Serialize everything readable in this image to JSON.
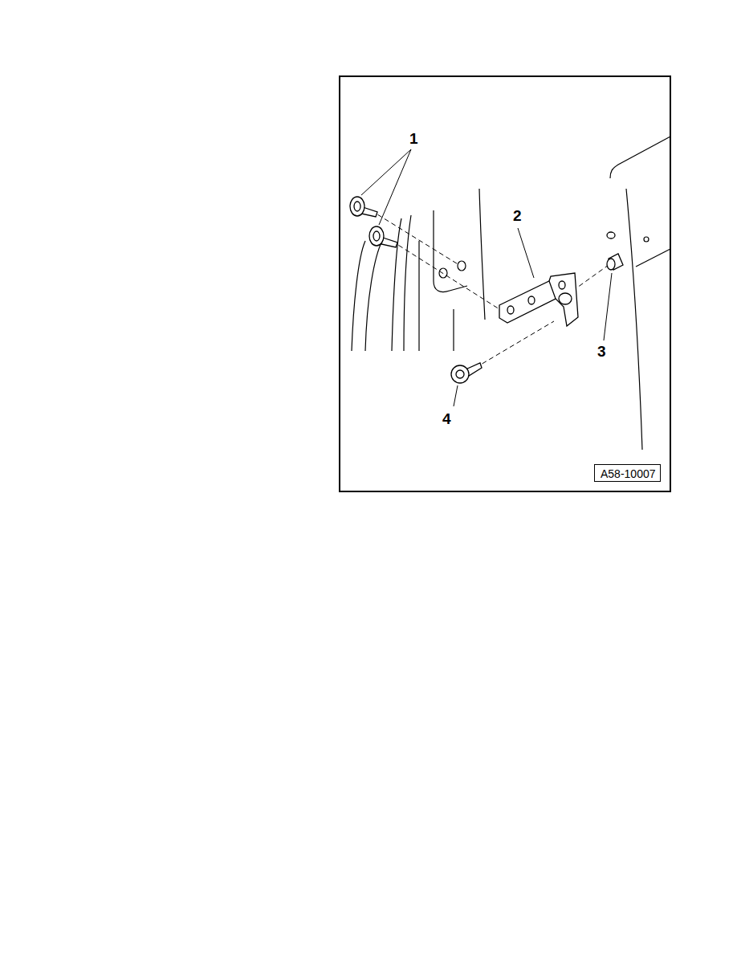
{
  "diagram": {
    "nodes": [
      {
        "text": [
          "A58-10007"
        ]
      }
    ],
    "labels": [
      "1",
      "2",
      "3",
      "4"
    ]
  }
}
